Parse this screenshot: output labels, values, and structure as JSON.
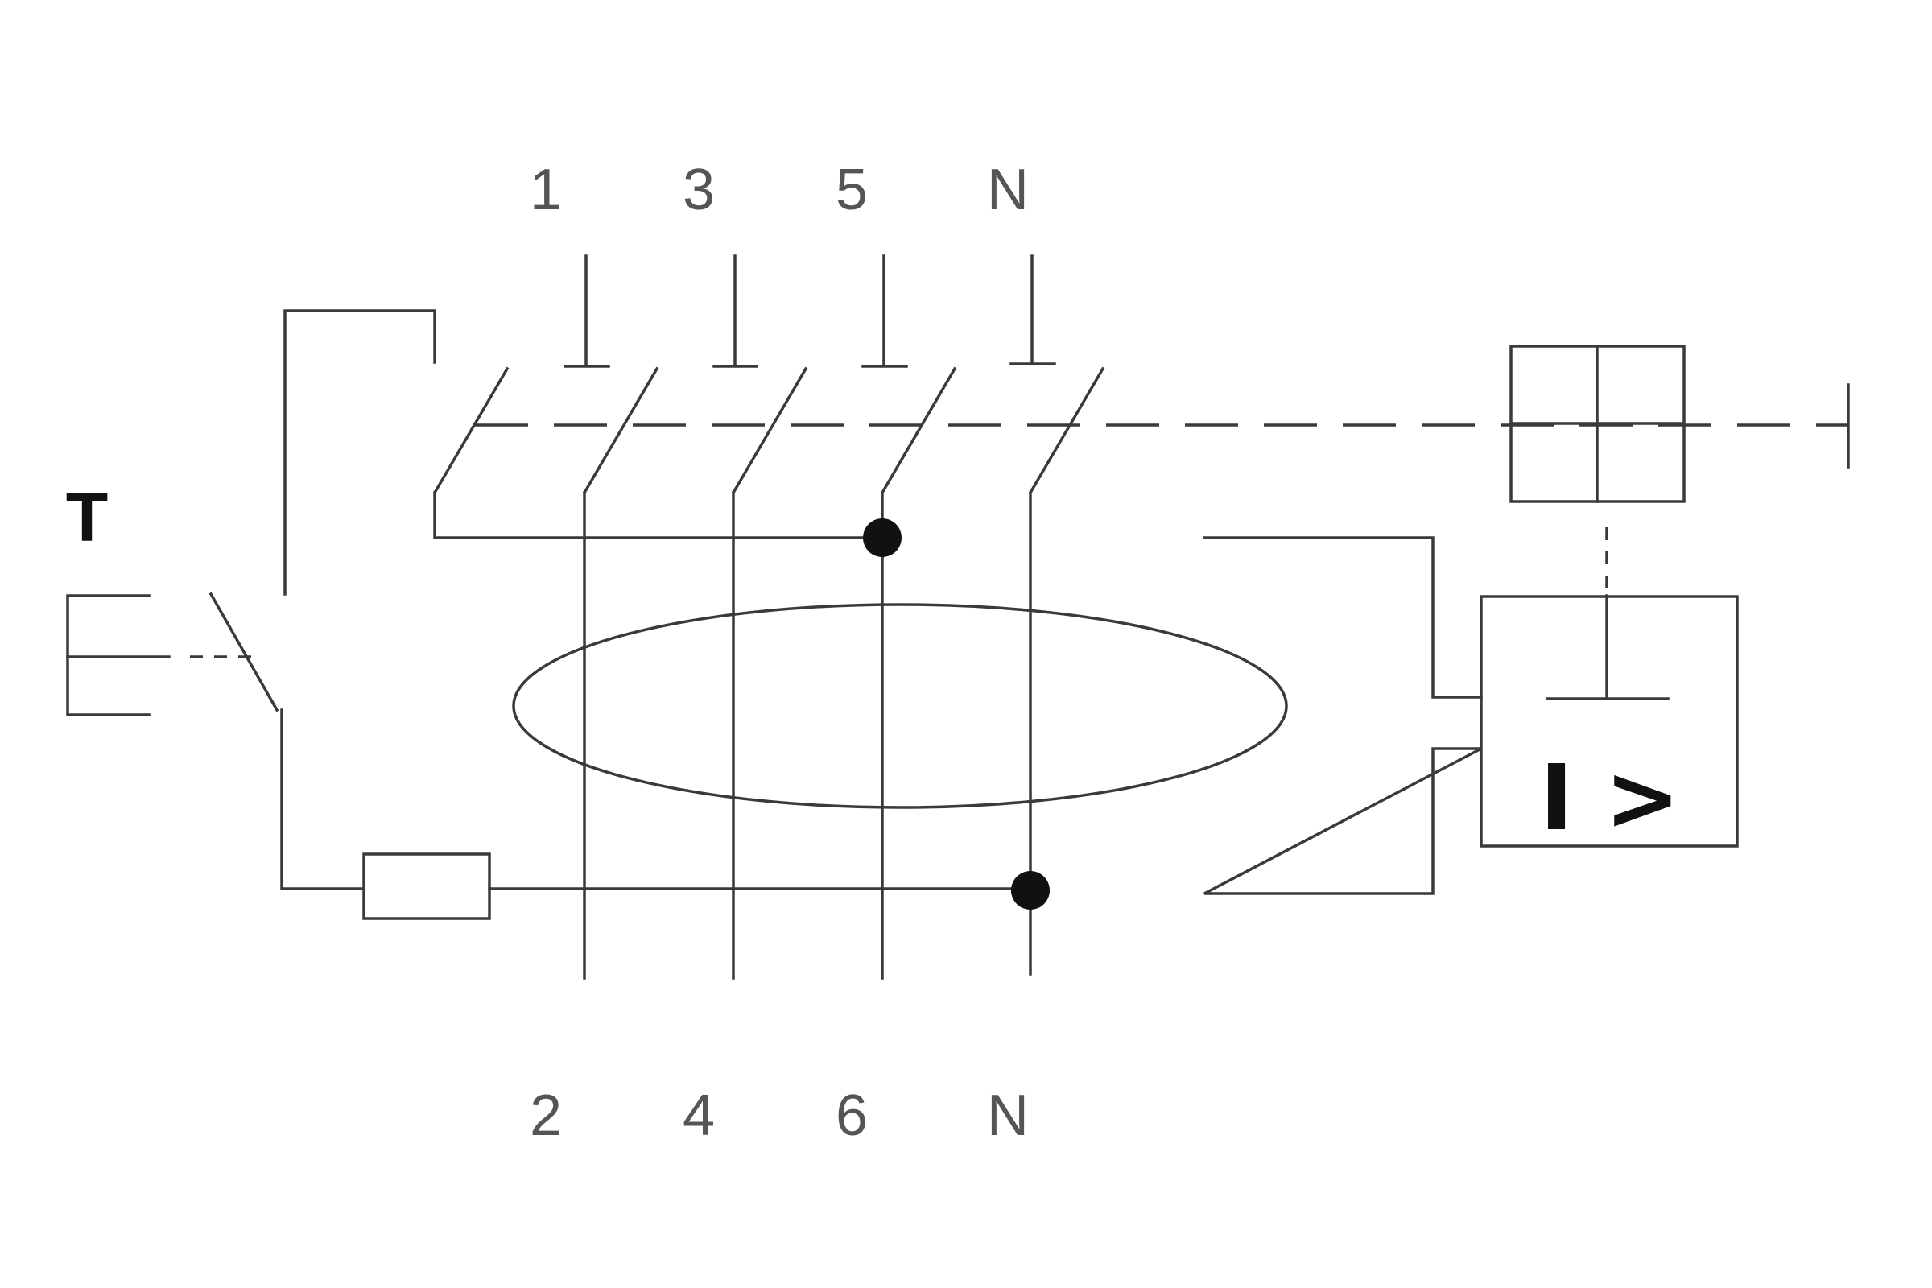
{
  "labels": {
    "top_terminals": [
      "1",
      "3",
      "5",
      "N"
    ],
    "bottom_terminals": [
      "2",
      "4",
      "6",
      "N"
    ],
    "test_button": "T",
    "relay_symbol": "I >"
  },
  "colors": {
    "line": "#3a3a3a",
    "terminal_text": "#555555",
    "node": "#111111"
  }
}
